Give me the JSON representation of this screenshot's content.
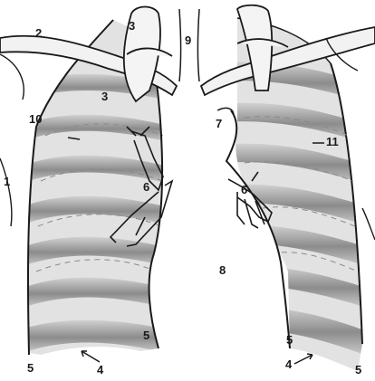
{
  "labels": {
    "l1": "1",
    "l2": "2",
    "l3_top": "3",
    "l3_mid": "3",
    "l4_left": "4",
    "l4_right": "4",
    "l5_a": "5",
    "l5_b": "5",
    "l5_c": "5",
    "l5_d": "5",
    "l6_left": "6",
    "l6_right": "6",
    "l7": "7",
    "l8": "8",
    "l9": "9",
    "l10": "10",
    "l11": "11"
  },
  "colors": {
    "background": "#ffffff",
    "ink": "#1a1a1a",
    "rib_shadow": "#6f6f6f",
    "lung_fill": "#e2e2e2"
  }
}
